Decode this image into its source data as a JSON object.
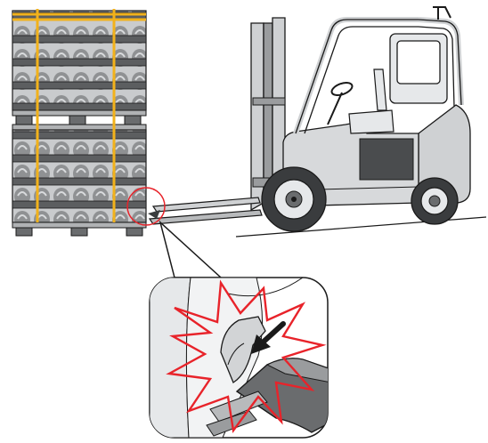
{
  "figure": {
    "subject": "forklift-pallet-impact-warning",
    "elements": [
      "stacked-pallet",
      "forklift",
      "impact-circle",
      "callout-bubble",
      "impact-burst",
      "impact-arrow"
    ]
  },
  "colors": {
    "strap": "#f2b21b",
    "impact": "#e8232a",
    "body_gray": "#cfd1d3",
    "mid_gray": "#9a9c9e",
    "dark_gray": "#4a4c4e",
    "outline": "#1a1a1a"
  }
}
